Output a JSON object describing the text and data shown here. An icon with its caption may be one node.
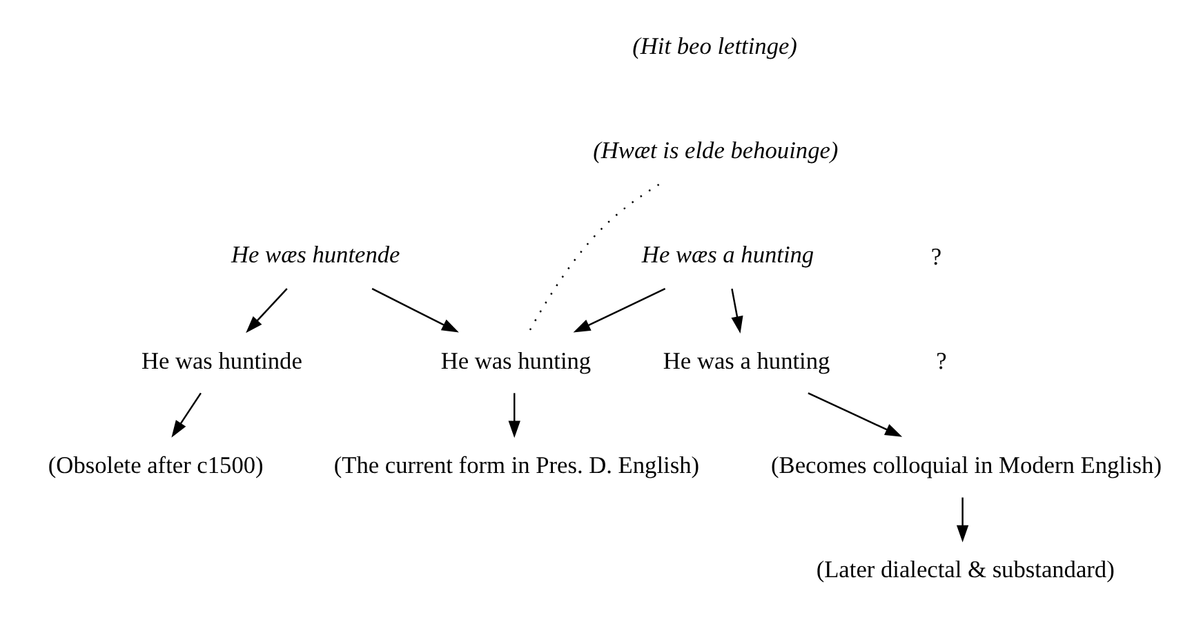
{
  "diagram": {
    "nodes": [
      {
        "text": [
          "(Hwæt is elde behouinge)"
        ]
      },
      {
        "text": [
          "He wæs huntende"
        ]
      },
      {
        "text": [
          "He wæs a hunting"
        ]
      },
      {
        "text": [
          "He was huntinde"
        ]
      },
      {
        "text": [
          "He was hunting"
        ]
      },
      {
        "text": [
          "He was a hunting"
        ]
      },
      {
        "text": [
          "(Obsolete after c1500)"
        ]
      },
      {
        "text": [
          "(Becomes colloquial in Modern English)"
        ]
      },
      {
        "text": [
          "(Later dialectal & substandard)"
        ]
      },
      {
        "text": [
          "(The current form in Pres. D. English)"
        ]
      }
    ],
    "edges": [
      {
        "from": 0,
        "to": 4,
        "arrow": "none",
        "style": "dashed"
      },
      {
        "from": 1,
        "to": 3,
        "arrow": "to"
      },
      {
        "from": 1,
        "to": 4,
        "arrow": "to"
      },
      {
        "from": 2,
        "to": 4,
        "arrow": "to"
      },
      {
        "from": 2,
        "to": 5,
        "arrow": "to"
      },
      {
        "from": 3,
        "to": 6,
        "arrow": "to"
      },
      {
        "from": 4,
        "to": 9,
        "arrow": "to"
      },
      {
        "from": 5,
        "to": 7,
        "arrow": "to"
      },
      {
        "from": 7,
        "to": 8,
        "arrow": "to"
      }
    ],
    "labels": [
      "(Hit beo lettinge)",
      "?",
      "?"
    ]
  }
}
